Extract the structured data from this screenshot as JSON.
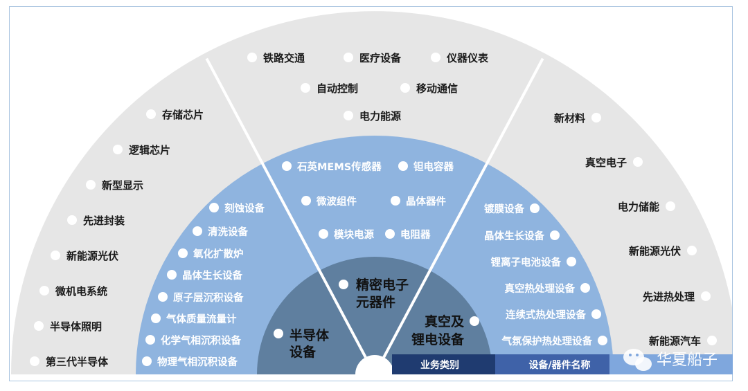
{
  "core": {
    "left": [
      "半导体",
      "设备"
    ],
    "center": [
      "精密电子",
      "元器件"
    ],
    "right": [
      "真空及",
      "锂电设备"
    ]
  },
  "middle": {
    "left": [
      "刻蚀设备",
      "清洗设备",
      "氧化扩散炉",
      "晶体生长设备",
      "原子层沉积设备",
      "气体质量流量计",
      "化学气相沉积设备",
      "物理气相沉积设备"
    ],
    "center": [
      "石英MEMS传感器",
      "钽电容器",
      "微波组件",
      "晶体器件",
      "模块电源",
      "电阻器"
    ],
    "right": [
      "镀膜设备",
      "晶体生长设备",
      "锂离子电池设备",
      "真空热处理设备",
      "连续式热处理设备",
      "气氛保护热处理设备"
    ]
  },
  "outer": {
    "left": [
      "存储芯片",
      "逻辑芯片",
      "新型显示",
      "先进封装",
      "新能源光伏",
      "微机电系统",
      "半导体照明",
      "第三代半导体"
    ],
    "center": [
      "铁路交通",
      "医疗设备",
      "仪器仪表",
      "自动控制",
      "移动通信",
      "电力能源"
    ],
    "right": [
      "新材料",
      "真空电子",
      "电力储能",
      "新能源光伏",
      "先进热处理",
      "新能源汽车"
    ]
  },
  "legend": {
    "business": "业务类别",
    "device": "设备/器件名称"
  },
  "watermark": "华夏船子",
  "colors": {
    "outer_ring": "#e6e6e6",
    "middle_ring": "#8fb4df",
    "core": "#5f7f9f",
    "legend_dark": "#1f3b70",
    "legend_mid": "#3f62a8",
    "legend_light": "#7fa7dd"
  }
}
